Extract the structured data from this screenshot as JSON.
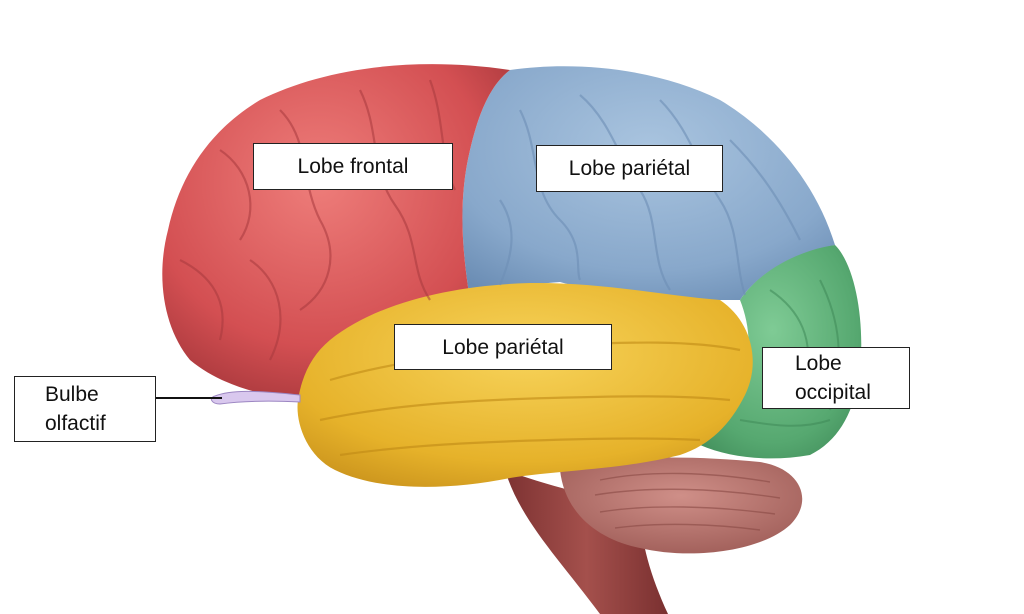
{
  "labels": {
    "frontal": "Lobe frontal",
    "parietal": "Lobe pariétal",
    "temporal": "Lobe pariétal",
    "occipital_line1": "Lobe",
    "occipital_line2": "occipital",
    "olfactory_line1": "Bulbe",
    "olfactory_line2": "olfactif"
  },
  "colors": {
    "frontal": "#d85a5a",
    "parietal": "#8fb0d0",
    "temporal": "#e8b72e",
    "occipital": "#5fb07a",
    "cerebellum": "#b8736c",
    "brainstem": "#9a4a46",
    "olfactory": "#d9c8ee"
  }
}
